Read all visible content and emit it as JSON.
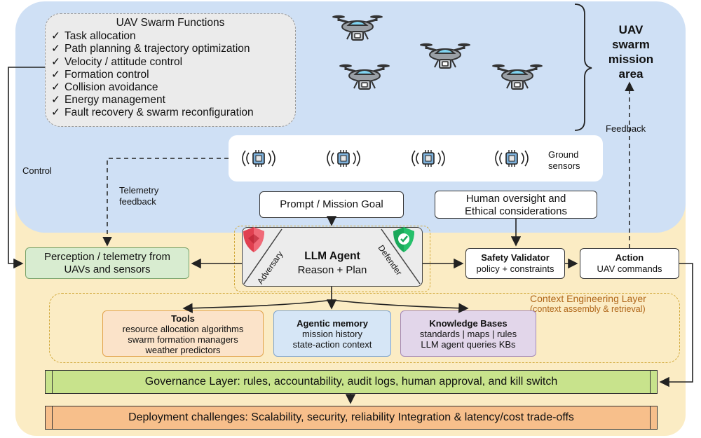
{
  "functions": {
    "title": "UAV Swarm Functions",
    "items": [
      "Task allocation",
      "Path planning & trajectory optimization",
      "Velocity / attitude control",
      "Formation control",
      "Collision avoidance",
      "Energy management",
      "Fault recovery & swarm reconfiguration"
    ]
  },
  "mission_area": {
    "line1": "UAV",
    "line2": "swarm",
    "line3": "mission",
    "line4": "area"
  },
  "ground_sensors": {
    "line1": "Ground",
    "line2": "sensors"
  },
  "labels": {
    "control": "Control",
    "telemetry_line1": "Telemetry",
    "telemetry_line2": "feedback",
    "feedback": "Feedback"
  },
  "prompt": "Prompt / Mission Goal",
  "human": {
    "line1": "Human oversight and",
    "line2": "Ethical considerations"
  },
  "perception": {
    "line1": "Perception / telemetry from",
    "line2": "UAVs and sensors"
  },
  "llm": {
    "title": "LLM Agent",
    "subtitle": "Reason + Plan",
    "adversary": "Adversary",
    "defender": "Defender"
  },
  "safety": {
    "title": "Safety Validator",
    "subtitle": "policy + constraints"
  },
  "action": {
    "title": "Action",
    "subtitle": "UAV commands"
  },
  "context_layer": {
    "line1": "Context Engineering Layer",
    "line2": "(context assembly & retrieval)"
  },
  "tools": {
    "title": "Tools",
    "lines": [
      "resource allocation algorithms",
      "swarm formation managers",
      "weather predictors"
    ]
  },
  "memory": {
    "title": "Agentic memory",
    "lines": [
      "mission history",
      "state-action context"
    ]
  },
  "kb": {
    "title": "Knowledge Bases",
    "lines": [
      "standards | maps | rules",
      "LLM agent queries KBs"
    ]
  },
  "governance": "Governance Layer: rules, accountability, audit logs, human approval, and kill switch",
  "deployment": "Deployment challenges: Scalability, security, reliability Integration & latency/cost trade-offs",
  "colors": {
    "top_zone": "#cfe0f5",
    "bottom_zone": "#fbecc4",
    "governance": "#c8e38c",
    "deployment": "#f7bf8b",
    "context_label": "#b0671a"
  },
  "icons": [
    "drone-icon",
    "sensor-chip-icon",
    "red-shield-icon",
    "green-shield-check-icon"
  ]
}
